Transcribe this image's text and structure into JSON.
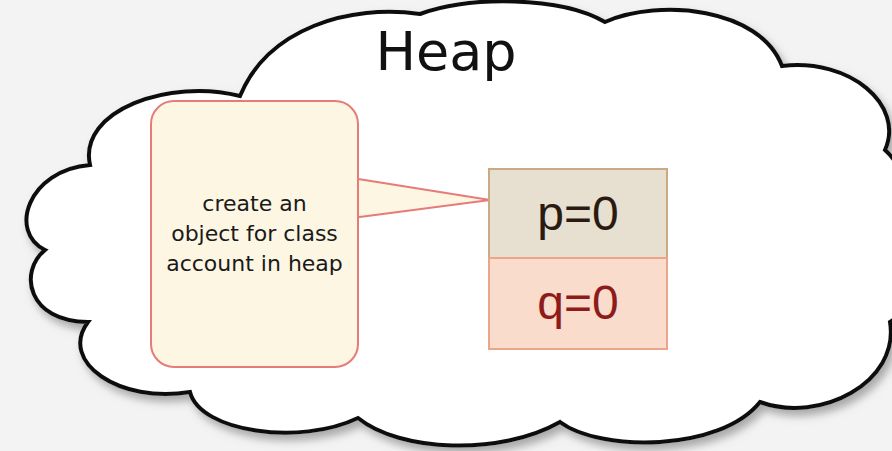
{
  "diagram": {
    "nodes": [
      {
        "text": [
          "Heap"
        ]
      },
      {
        "text": [
          "create an object for class account in heap"
        ],
        "in": 0
      },
      {
        "text": [
          "p=0"
        ],
        "in": 0
      },
      {
        "text": [
          "q=0"
        ],
        "in": 0
      }
    ]
  }
}
